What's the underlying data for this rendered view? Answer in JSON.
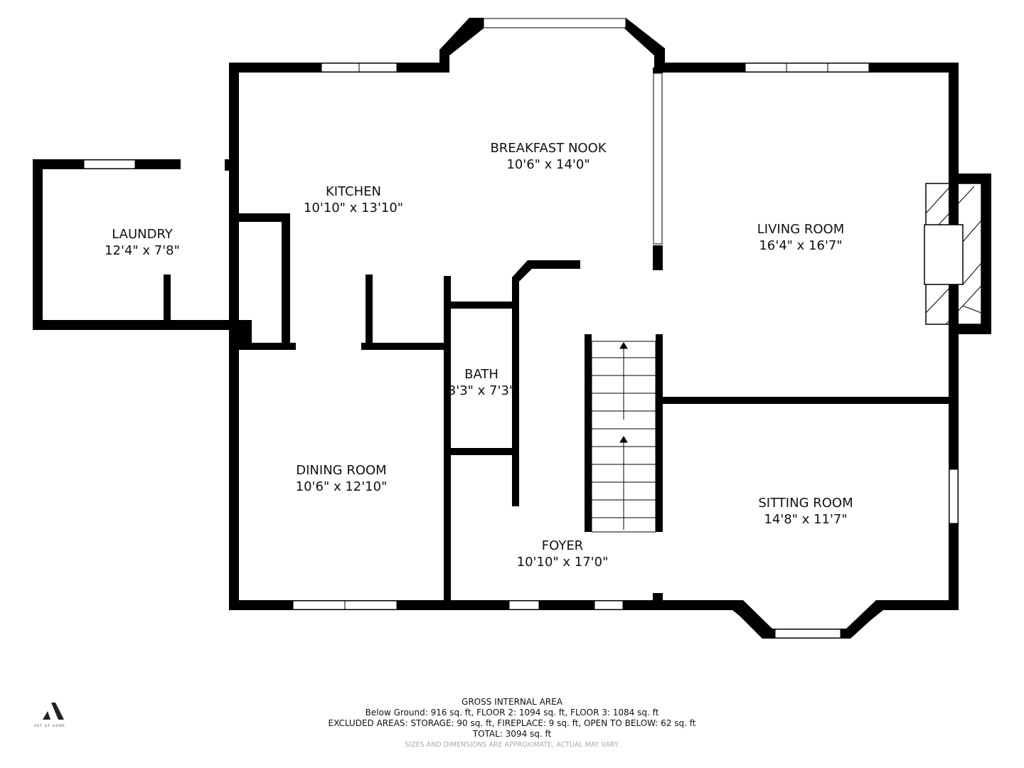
{
  "rooms": [
    {
      "name": "BREAKFAST NOOK",
      "dims": "10'6\" x 14'0\""
    },
    {
      "name": "KITCHEN",
      "dims": "10'10\" x 13'10\""
    },
    {
      "name": "LAUNDRY",
      "dims": "12'4\" x 7'8\""
    },
    {
      "name": "LIVING ROOM",
      "dims": "16'4\" x 16'7\""
    },
    {
      "name": "BATH",
      "dims": "3'3\" x 7'3\""
    },
    {
      "name": "DINING ROOM",
      "dims": "10'6\" x 12'10\""
    },
    {
      "name": "SITTING ROOM",
      "dims": "14'8\" x 11'7\""
    },
    {
      "name": "FOYER",
      "dims": "10'10\" x 17'0\""
    }
  ],
  "footer": {
    "title": "GROSS INTERNAL AREA",
    "line1": "Below Ground: 916 sq. ft, FLOOR 2: 1094 sq. ft, FLOOR 3: 1084 sq. ft",
    "line2": "EXCLUDED AREAS: STORAGE: 90 sq. ft, FIREPLACE: 9 sq. ft, OPEN TO BELOW: 62 sq. ft",
    "total": "TOTAL: 3094 sq. ft",
    "disclaimer": "SIZES AND DIMENSIONS ARE APPROXIMATE, ACTUAL MAY VARY."
  },
  "logo": {
    "text": "ART OF HOME"
  }
}
